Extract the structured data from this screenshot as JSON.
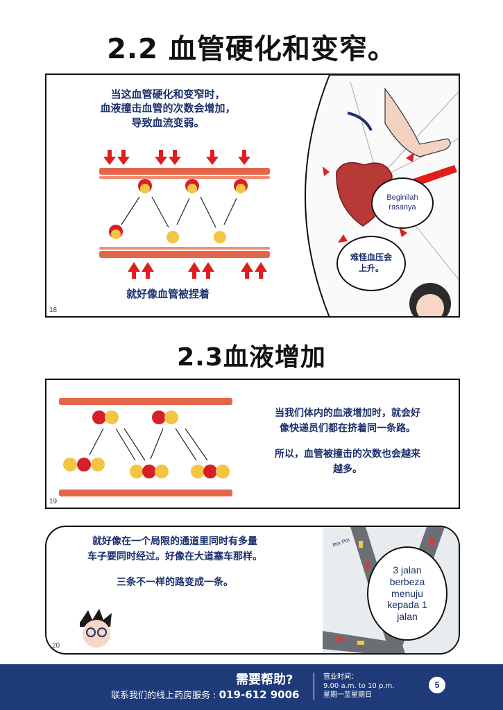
{
  "section1": {
    "title": "2.2 血管硬化和变窄。",
    "panel_number": "18",
    "text_line1": "当这血管硬化和变窄时，",
    "text_line2": "血液撞击血管的次数会增加，",
    "text_line3": "导致血流变弱。",
    "caption": "就好像血管被捏着",
    "bubble_line1": "Beginilah",
    "bubble_line2": "rasanya",
    "thought_line1": "难怪血压会",
    "thought_line2": "上升。"
  },
  "section2": {
    "title": "2.3血液增加",
    "panel_number": "19",
    "text_line1": "当我们体内的血液增加时，就会好",
    "text_line2": "像快递员们都在挤着同一条路。",
    "text_line3": "所以，血管被撞击的次数也会越来",
    "text_line4": "越多。"
  },
  "section3": {
    "panel_number": "20",
    "text_line1": "就好像在一个局限的通道里同时有多量",
    "text_line2": "车子要同时经过。好像在大道塞车那样。",
    "text_line3": "三条不一样的路变成一条。",
    "bubble_lines": [
      "3 jalan",
      "berbeza",
      "menuju",
      "kepada 1",
      "jalan"
    ],
    "pin_label": "Pin Pin"
  },
  "footer": {
    "help": "需要帮助?",
    "service_label": "联系我们的线上药房服务 : ",
    "phone": "019-612 9006",
    "hours_label": "营业时间：",
    "hours_time": "9.00 a.m. to 10 p.m.",
    "hours_days": "星期一至星期日",
    "page_number": "5"
  },
  "colors": {
    "navy": "#1b2f6b",
    "footer_bg": "#1f3a78",
    "vessel": "#e4664a",
    "arrow_red": "#e01e1e"
  }
}
